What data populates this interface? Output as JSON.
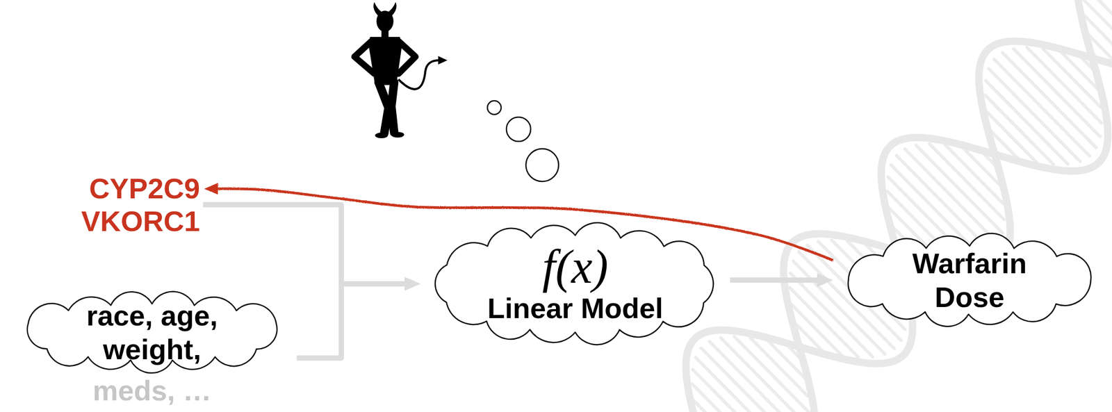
{
  "diagram": {
    "nodes": [
      {
        "text": [
          "CYP2C9",
          "VKORC1"
        ]
      },
      {
        "text": [
          "race, age, weight,",
          "meds, …"
        ]
      },
      {
        "text": [
          "f(x)",
          "Linear Model"
        ]
      },
      {
        "text": [
          "Warfarin Dose"
        ]
      }
    ],
    "edges": [
      {
        "from": 0,
        "to": 2,
        "arrow": "to"
      },
      {
        "from": 1,
        "to": 2,
        "arrow": "to"
      },
      {
        "from": 2,
        "to": 3,
        "arrow": "to"
      },
      {
        "from": 3,
        "to": 0,
        "arrow": "to"
      }
    ]
  }
}
